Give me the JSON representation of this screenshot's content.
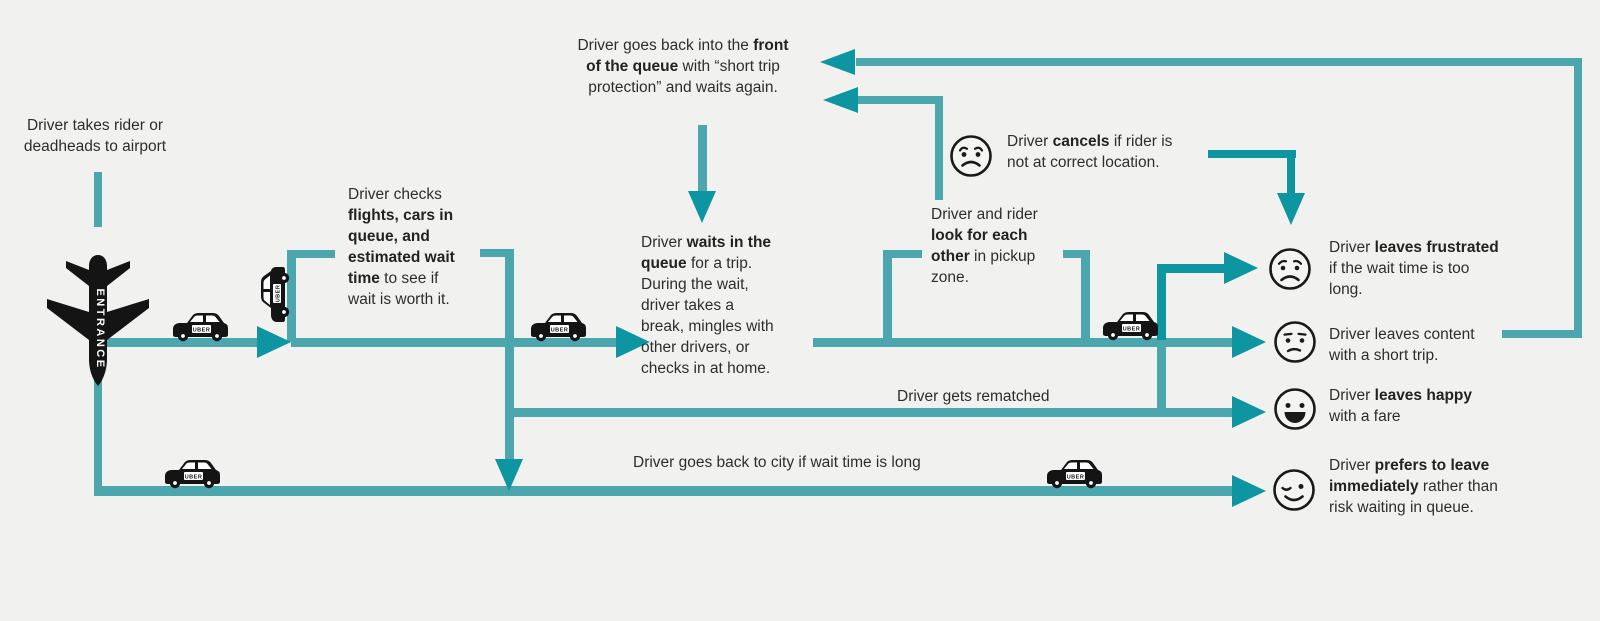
{
  "colors": {
    "background": "#f1f2f0",
    "line_teal": "#4ba6ae",
    "arrow_teal_dark": "#0d95a1",
    "text": "#2d2d2d",
    "icon_black": "#141414"
  },
  "icons": {
    "entrance_label": "ENTRANCE",
    "uber_label": "UBER"
  },
  "flow": {
    "start": [
      [
        {
          "t": "Driver takes rider or"
        }
      ],
      [
        {
          "t": "deadheads to airport"
        }
      ]
    ],
    "checks": [
      [
        {
          "t": "Driver checks"
        }
      ],
      [
        {
          "t": "flights, cars in",
          "b": true
        }
      ],
      [
        {
          "t": "queue, and",
          "b": true
        }
      ],
      [
        {
          "t": "estimated wait",
          "b": true
        }
      ],
      [
        {
          "t": "time",
          "b": true
        },
        {
          "t": " to see if"
        }
      ],
      [
        {
          "t": "wait is worth it."
        }
      ]
    ],
    "front_queue": [
      [
        {
          "t": "Driver goes back into the "
        },
        {
          "t": "front",
          "b": true
        }
      ],
      [
        {
          "t": "of the queue",
          "b": true
        },
        {
          "t": " with “short trip"
        }
      ],
      [
        {
          "t": "protection” and waits again."
        }
      ]
    ],
    "waits": [
      [
        {
          "t": "Driver "
        },
        {
          "t": "waits in the",
          "b": true
        }
      ],
      [
        {
          "t": "queue",
          "b": true
        },
        {
          "t": " for a trip."
        }
      ],
      [
        {
          "t": "During the wait,"
        }
      ],
      [
        {
          "t": "driver takes a"
        }
      ],
      [
        {
          "t": "break, mingles with"
        }
      ],
      [
        {
          "t": "other drivers, or"
        }
      ],
      [
        {
          "t": "checks in at home."
        }
      ]
    ],
    "look": [
      [
        {
          "t": "Driver and rider"
        }
      ],
      [
        {
          "t": "look for each",
          "b": true
        }
      ],
      [
        {
          "t": "other",
          "b": true
        },
        {
          "t": " in pickup"
        }
      ],
      [
        {
          "t": "zone."
        }
      ]
    ],
    "cancels": [
      [
        {
          "t": "Driver "
        },
        {
          "t": "cancels",
          "b": true
        },
        {
          "t": " if rider is"
        }
      ],
      [
        {
          "t": "not at correct location."
        }
      ]
    ],
    "rematched": "Driver gets rematched",
    "back_to_city": "Driver goes back to city if wait time is long",
    "outcome_frustrated": [
      [
        {
          "t": "Driver "
        },
        {
          "t": "leaves frustrated",
          "b": true
        }
      ],
      [
        {
          "t": "if the wait time is too"
        }
      ],
      [
        {
          "t": "long."
        }
      ]
    ],
    "outcome_content": [
      [
        {
          "t": "Driver leaves content"
        }
      ],
      [
        {
          "t": "with a short trip."
        }
      ]
    ],
    "outcome_happy": [
      [
        {
          "t": "Driver "
        },
        {
          "t": "leaves happy",
          "b": true
        }
      ],
      [
        {
          "t": "with a fare"
        }
      ]
    ],
    "outcome_leave": [
      [
        {
          "t": "Driver "
        },
        {
          "t": "prefers to leave",
          "b": true
        }
      ],
      [
        {
          "t": "immediately",
          "b": true
        },
        {
          "t": " rather than"
        }
      ],
      [
        {
          "t": "risk waiting in queue."
        }
      ]
    ]
  }
}
